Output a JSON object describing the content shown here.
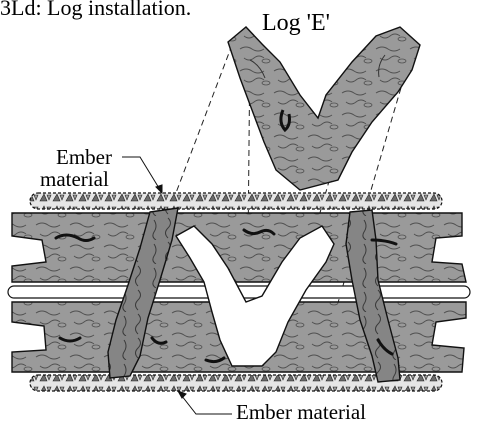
{
  "caption": "3Ld: Log installation.",
  "labels": {
    "log_e": "Log 'E'",
    "ember_top_line1": "Ember",
    "ember_top_line2": "material",
    "ember_bottom": "Ember material"
  },
  "colors": {
    "log_fill": "#9a9a9a",
    "log_dark": "#7d7d7d",
    "outline": "#111111",
    "ember_fill": "#e6e6e6",
    "background": "#ffffff"
  }
}
